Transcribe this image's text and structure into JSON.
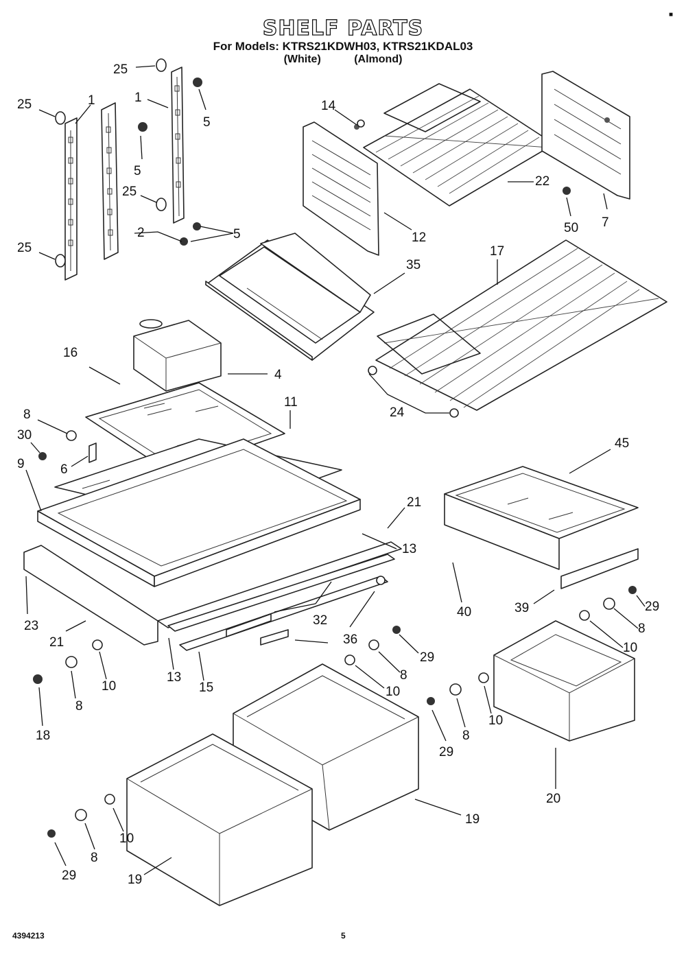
{
  "header": {
    "title": "SHELF PARTS",
    "models_line": "For Models: KTRS21KDWH03, KTRS21KDAL03",
    "variant_white": "(White)",
    "variant_almond": "(Almond)"
  },
  "callouts": {
    "c1": "25",
    "c2": "25",
    "c3": "1",
    "c4": "1",
    "c5": "5",
    "c6": "5",
    "c7": "25",
    "c8": "25",
    "c9": "2",
    "c10": "5",
    "c11": "14",
    "c12": "22",
    "c13": "12",
    "c14": "7",
    "c15": "50",
    "c16": "35",
    "c17": "17",
    "c18": "16",
    "c19": "4",
    "c20": "11",
    "c21": "8",
    "c22": "30",
    "c23": "9",
    "c24": "6",
    "c25": "24",
    "c26": "45",
    "c27": "21",
    "c28": "13",
    "c29": "23",
    "c30": "21",
    "c31": "32",
    "c32": "36",
    "c33": "36",
    "c34": "40",
    "c35": "39",
    "c36": "29",
    "c37": "8",
    "c38": "10",
    "c39": "8",
    "c40": "10",
    "c41": "18",
    "c42": "13",
    "c43": "15",
    "c44": "29",
    "c45": "8",
    "c46": "10",
    "c47": "29",
    "c48": "8",
    "c49": "10",
    "c50": "20",
    "c51": "19",
    "c52": "10",
    "c53": "8",
    "c54": "29",
    "c55": "19"
  },
  "footer": {
    "doc_number": "4394213",
    "page_number": "5"
  }
}
